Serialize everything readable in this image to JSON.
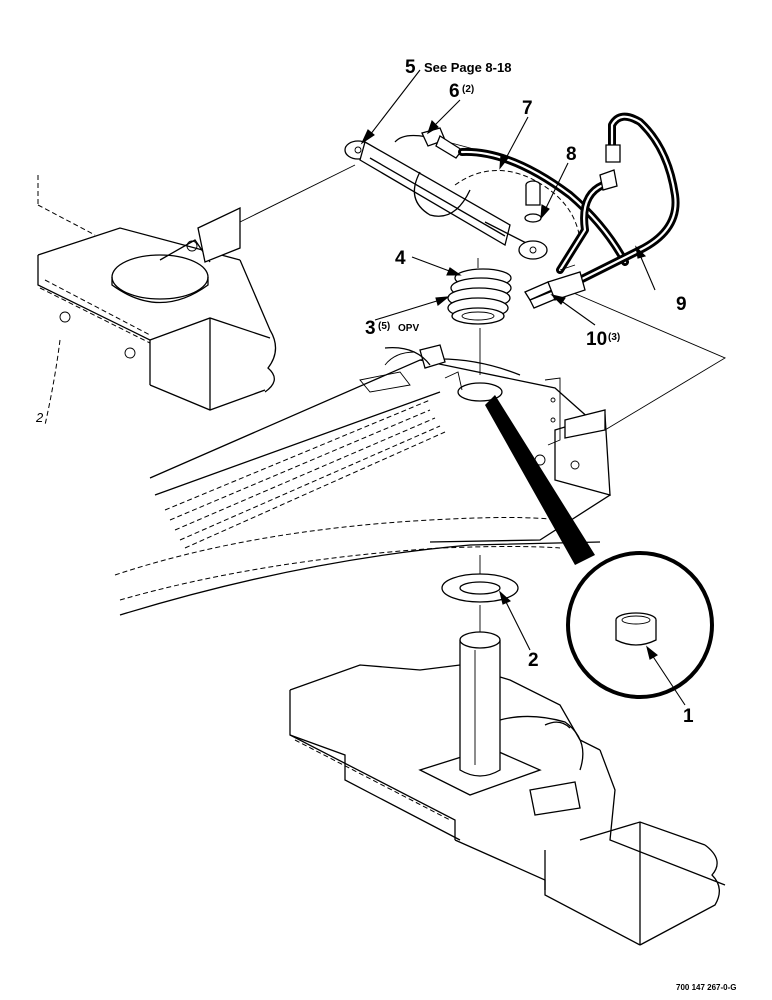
{
  "diagram": {
    "callouts": [
      {
        "id": "c1",
        "number": "1",
        "qty": "",
        "suffix": "",
        "note": ""
      },
      {
        "id": "c2",
        "number": "2",
        "qty": "",
        "suffix": "",
        "note": ""
      },
      {
        "id": "c3",
        "number": "3",
        "qty": "(5)",
        "suffix": "OPV",
        "note": ""
      },
      {
        "id": "c4",
        "number": "4",
        "qty": "",
        "suffix": "",
        "note": ""
      },
      {
        "id": "c5",
        "number": "5",
        "qty": "",
        "suffix": "",
        "note": "See Page 8-18"
      },
      {
        "id": "c6",
        "number": "6",
        "qty": "(2)",
        "suffix": "",
        "note": ""
      },
      {
        "id": "c7",
        "number": "7",
        "qty": "",
        "suffix": "",
        "note": ""
      },
      {
        "id": "c8",
        "number": "8",
        "qty": "",
        "suffix": "",
        "note": ""
      },
      {
        "id": "c9",
        "number": "9",
        "qty": "",
        "suffix": "",
        "note": ""
      },
      {
        "id": "c10",
        "number": "10",
        "qty": "(3)",
        "suffix": "",
        "note": ""
      }
    ],
    "side_mark": "2",
    "figure_id": "700 147 267-0-G"
  }
}
